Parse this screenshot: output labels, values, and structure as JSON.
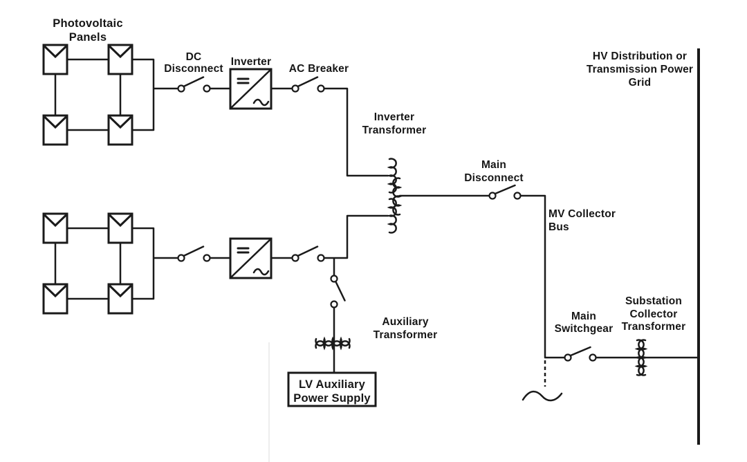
{
  "colors": {
    "line": "#1a1a1a",
    "text": "#161616",
    "background": "#ffffff",
    "divider": "#ededed"
  },
  "labels": {
    "pv_panels": [
      "Photovoltaic",
      "Panels"
    ],
    "dc_disconnect": [
      "DC",
      "Disconnect"
    ],
    "inverter": [
      "Inverter"
    ],
    "ac_breaker": [
      "AC Breaker"
    ],
    "inverter_transformer": [
      "Inverter",
      "Transformer"
    ],
    "main_disconnect": [
      "Main",
      "Disconnect"
    ],
    "mv_collector_bus": [
      "MV Collector",
      "Bus"
    ],
    "hv_grid": [
      "HV Distribution or",
      "Transmission Power",
      "Grid"
    ],
    "main_switchgear": [
      "Main",
      "Switchgear"
    ],
    "substation_collector_transformer": [
      "Substation",
      "Collector",
      "Transformer"
    ],
    "auxiliary_transformer": [
      "Auxiliary",
      "Transformer"
    ],
    "lv_auxiliary_power_supply": [
      "LV Auxiliary",
      "Power Supply"
    ]
  }
}
